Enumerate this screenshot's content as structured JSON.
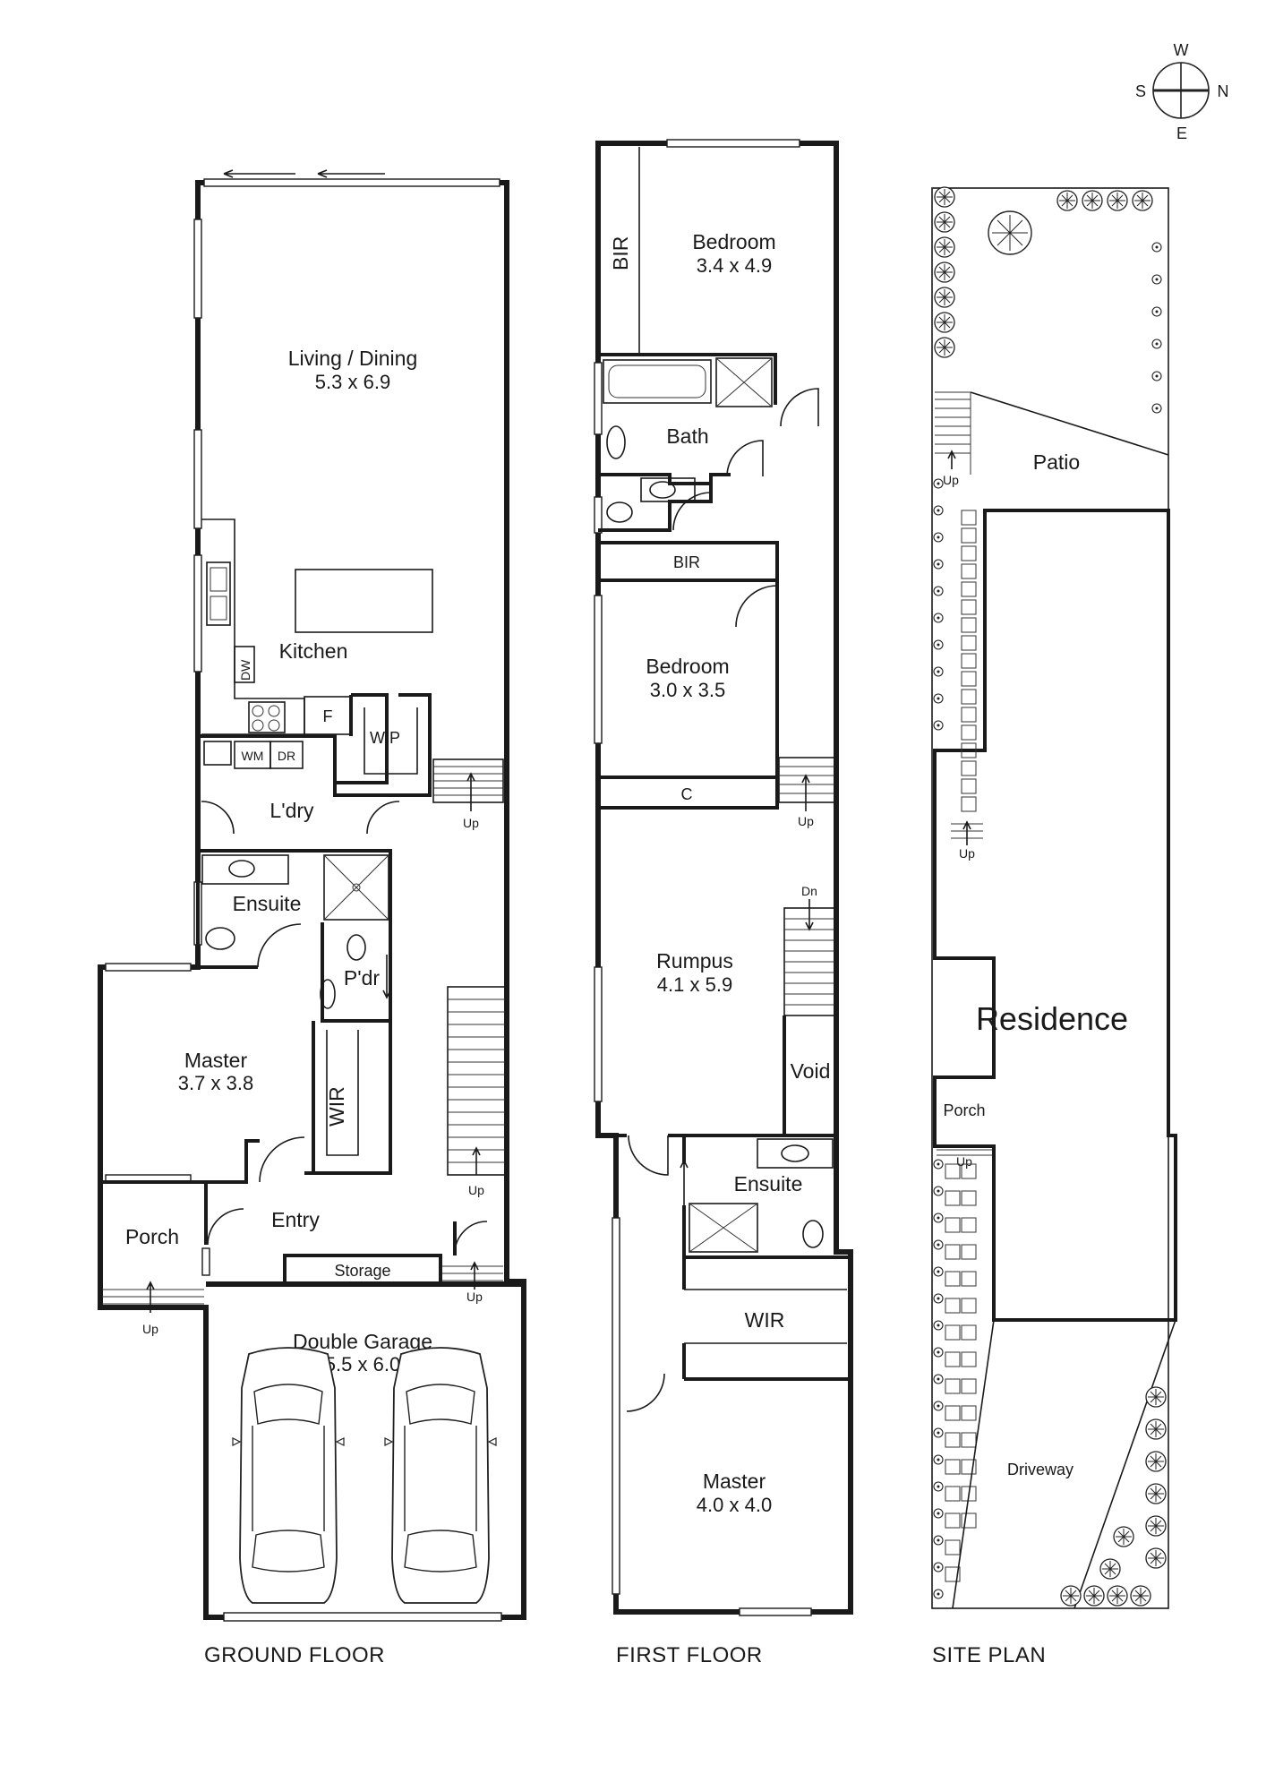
{
  "compass": {
    "w": "W",
    "s": "S",
    "n": "N",
    "e": "E"
  },
  "ground_floor": {
    "title": "GROUND FLOOR",
    "living": {
      "name": "Living / Dining",
      "dims": "5.3 x 6.9"
    },
    "kitchen": "Kitchen",
    "dw": "DW",
    "fridge": "F",
    "wip": "WIP",
    "wm": "WM",
    "dr": "DR",
    "laundry": "L'dry",
    "ensuite": "Ensuite",
    "powder": "P'dr",
    "master": {
      "name": "Master",
      "dims": "3.7 x 3.8"
    },
    "wir": "WIR",
    "porch": "Porch",
    "entry": "Entry",
    "storage": "Storage",
    "garage": {
      "name": "Double Garage",
      "dims": "5.5 x 6.0"
    },
    "up": "Up"
  },
  "first_floor": {
    "title": "FIRST FLOOR",
    "bir": "BIR",
    "bed1": {
      "name": "Bedroom",
      "dims": "3.4 x 4.9"
    },
    "bath": "Bath",
    "bed2": {
      "name": "Bedroom",
      "dims": "3.0 x 3.5"
    },
    "cupboard": "C",
    "rumpus": {
      "name": "Rumpus",
      "dims": "4.1 x 5.9"
    },
    "void": "Void",
    "ensuite": "Ensuite",
    "wir": "WIR",
    "master": {
      "name": "Master",
      "dims": "4.0 x 4.0"
    },
    "up": "Up",
    "dn": "Dn"
  },
  "site_plan": {
    "title": "SITE PLAN",
    "patio": "Patio",
    "residence": "Residence",
    "porch": "Porch",
    "driveway": "Driveway",
    "up": "Up"
  }
}
